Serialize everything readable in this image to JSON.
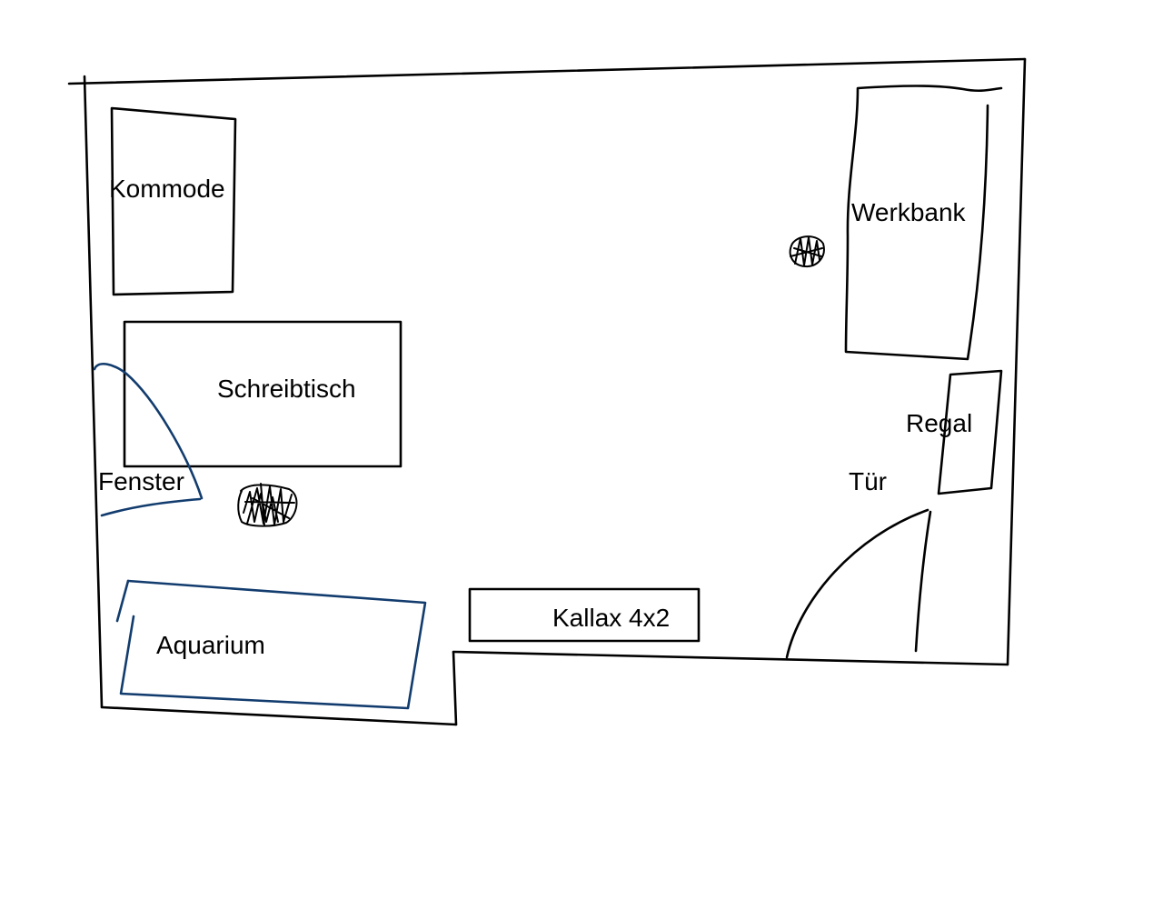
{
  "labels": {
    "kommode": "Kommode",
    "schreibtisch": "Schreibtisch",
    "fenster": "Fenster",
    "aquarium": "Aquarium",
    "kallax": "Kallax 4x2",
    "werkbank": "Werkbank",
    "regal": "Regal",
    "tuer": "Tür"
  },
  "colors": {
    "ink": "#000000",
    "blue_ink": "#123c6e",
    "background": "#ffffff"
  }
}
